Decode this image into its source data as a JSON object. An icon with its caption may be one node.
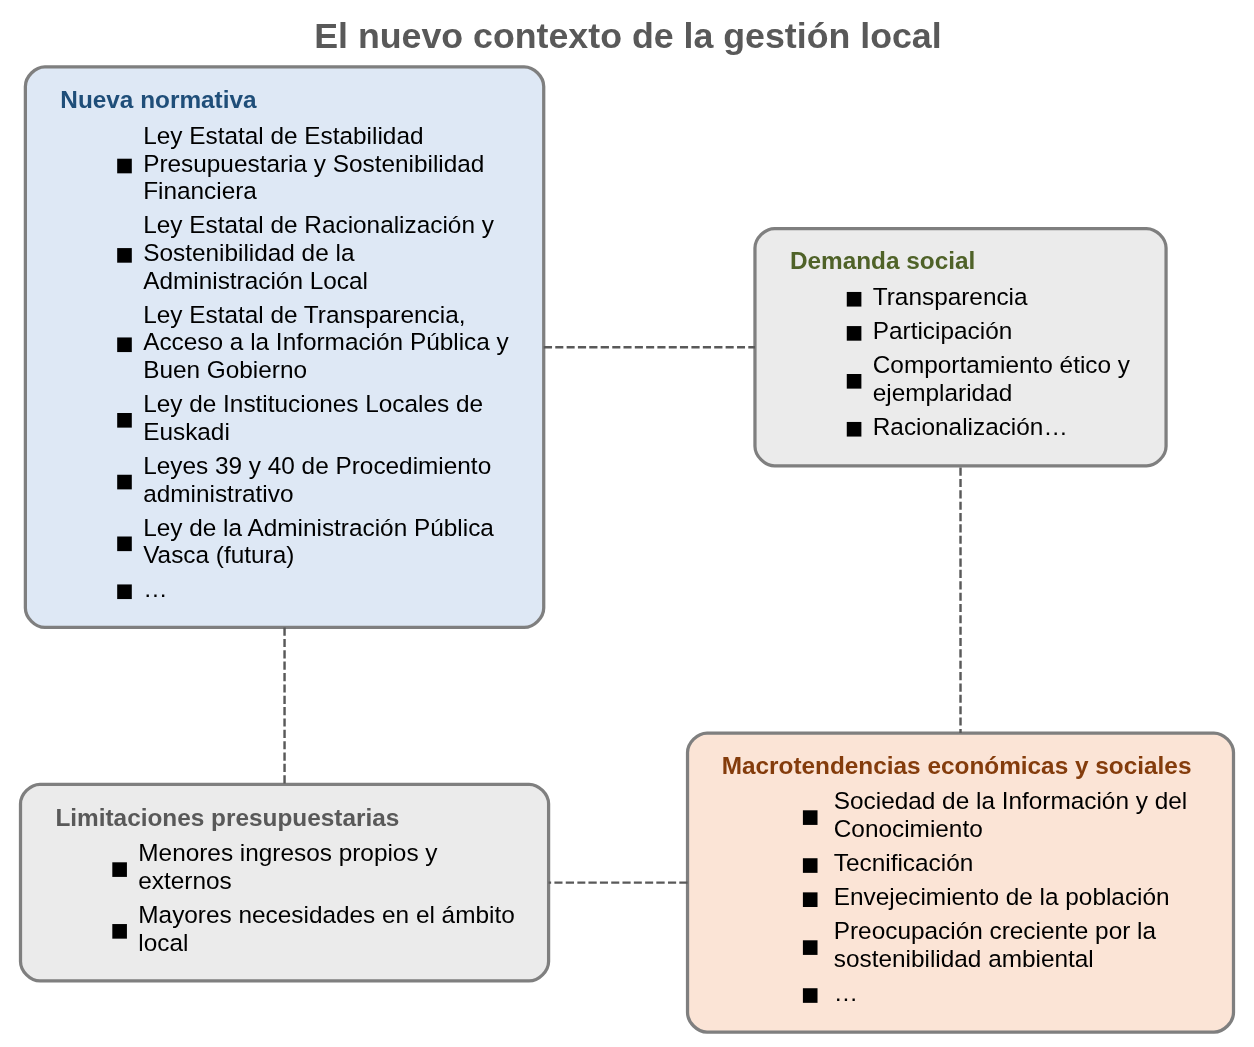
{
  "diagram": {
    "title": "El nuevo contexto de la gestión local",
    "nodes": [
      {
        "text": [
          "Nueva normativa",
          "Ley Estatal de Estabilidad Presupuestaria y Sostenibilidad Financiera",
          "Ley Estatal de Racionalización y Sostenibilidad de la Administración Local",
          "Ley Estatal de Transparencia, Acceso a la Información Pública y Buen Gobierno",
          "Ley de Instituciones Locales de Euskadi",
          "Leyes 39 y 40 de Procedimiento administrativo",
          "Ley de la Administración Pública Vasca (futura)",
          "…"
        ]
      },
      {
        "text": [
          "Demanda social",
          "Transparencia",
          "Participación",
          "Comportamiento ético y ejemplaridad",
          "Racionalización…"
        ]
      },
      {
        "text": [
          "Macrotendencias económicas y sociales",
          "Sociedad de la Información y del Conocimiento",
          "Tecnificación",
          "Envejecimiento de la población",
          "Preocupación creciente por la sostenibilidad ambiental",
          "…"
        ]
      },
      {
        "text": [
          "Limitaciones presupuestarias",
          "Menores ingresos propios y externos",
          "Mayores necesidades en el ámbito local"
        ]
      }
    ],
    "edges": [
      {
        "from": 0,
        "to": 1,
        "arrow": "none",
        "style": "dashed"
      },
      {
        "from": 1,
        "to": 2,
        "arrow": "none",
        "style": "dashed"
      },
      {
        "from": 2,
        "to": 3,
        "arrow": "none",
        "style": "dashed"
      },
      {
        "from": 3,
        "to": 0,
        "arrow": "none",
        "style": "dashed"
      }
    ]
  }
}
